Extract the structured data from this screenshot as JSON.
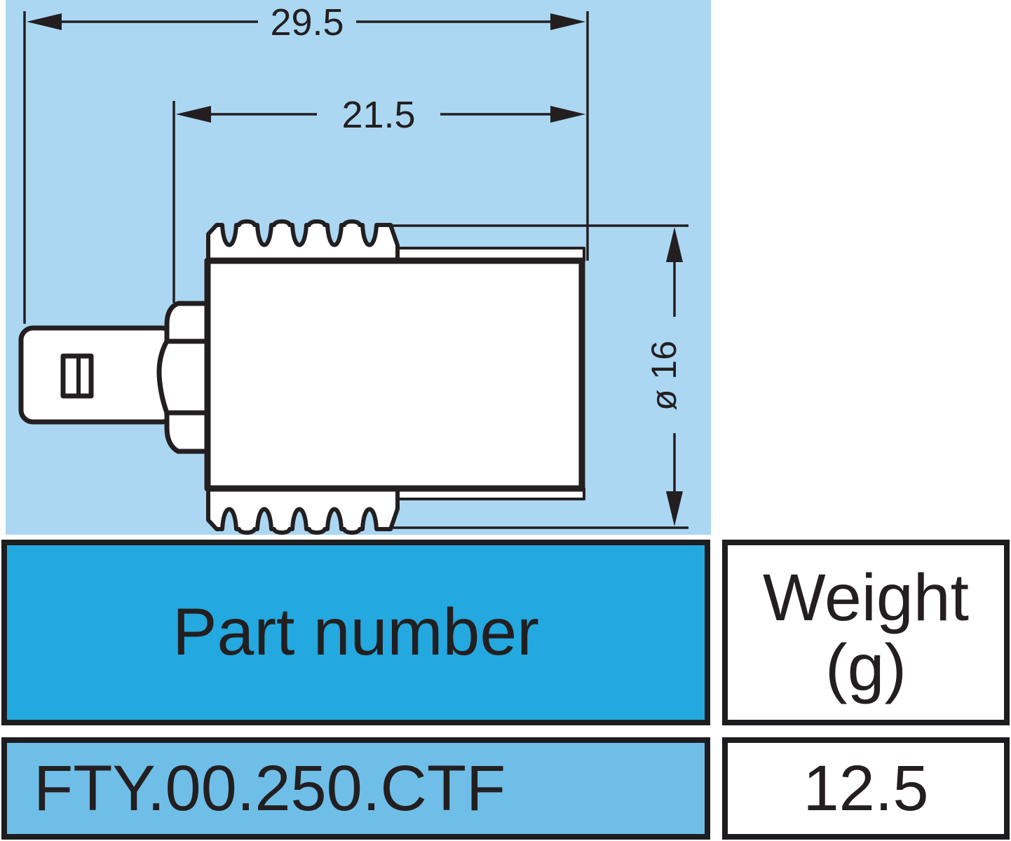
{
  "drawing": {
    "dim_total_length": "29.5",
    "dim_knurl_length": "21.5",
    "dim_diameter": "ø 16"
  },
  "table": {
    "part_number_header": "Part number",
    "weight_header_line1": "Weight",
    "weight_header_line2": "(g)",
    "part_number_value": "FTY.00.250.CTF",
    "weight_value": "12.5"
  },
  "colors": {
    "panel_bg": "#abd7f2",
    "header_cell_bg": "#23a8df",
    "value_cell_bg": "#6fbee8",
    "line": "#231f20"
  }
}
